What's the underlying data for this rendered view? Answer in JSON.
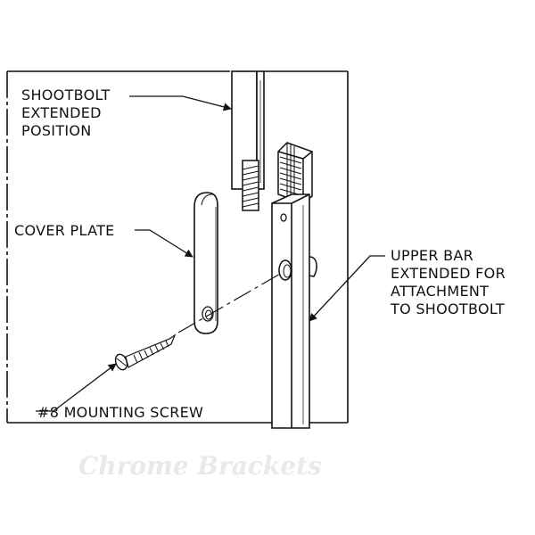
{
  "labels": {
    "shootbolt": [
      "SHOOTBOLT",
      "EXTENDED",
      "POSITION"
    ],
    "cover_plate": "COVER PLATE",
    "upper_bar": [
      "UPPER BAR",
      "EXTENDED FOR",
      "ATTACHMENT",
      "TO SHOOTBOLT"
    ],
    "mounting_screw": "#8 MOUNTING SCREW"
  },
  "watermark": "Chrome Brackets",
  "colors": {
    "line": "#111111",
    "part_fill": "#ffffff",
    "shade": "#555555",
    "watermark": "#e9e9ec"
  }
}
